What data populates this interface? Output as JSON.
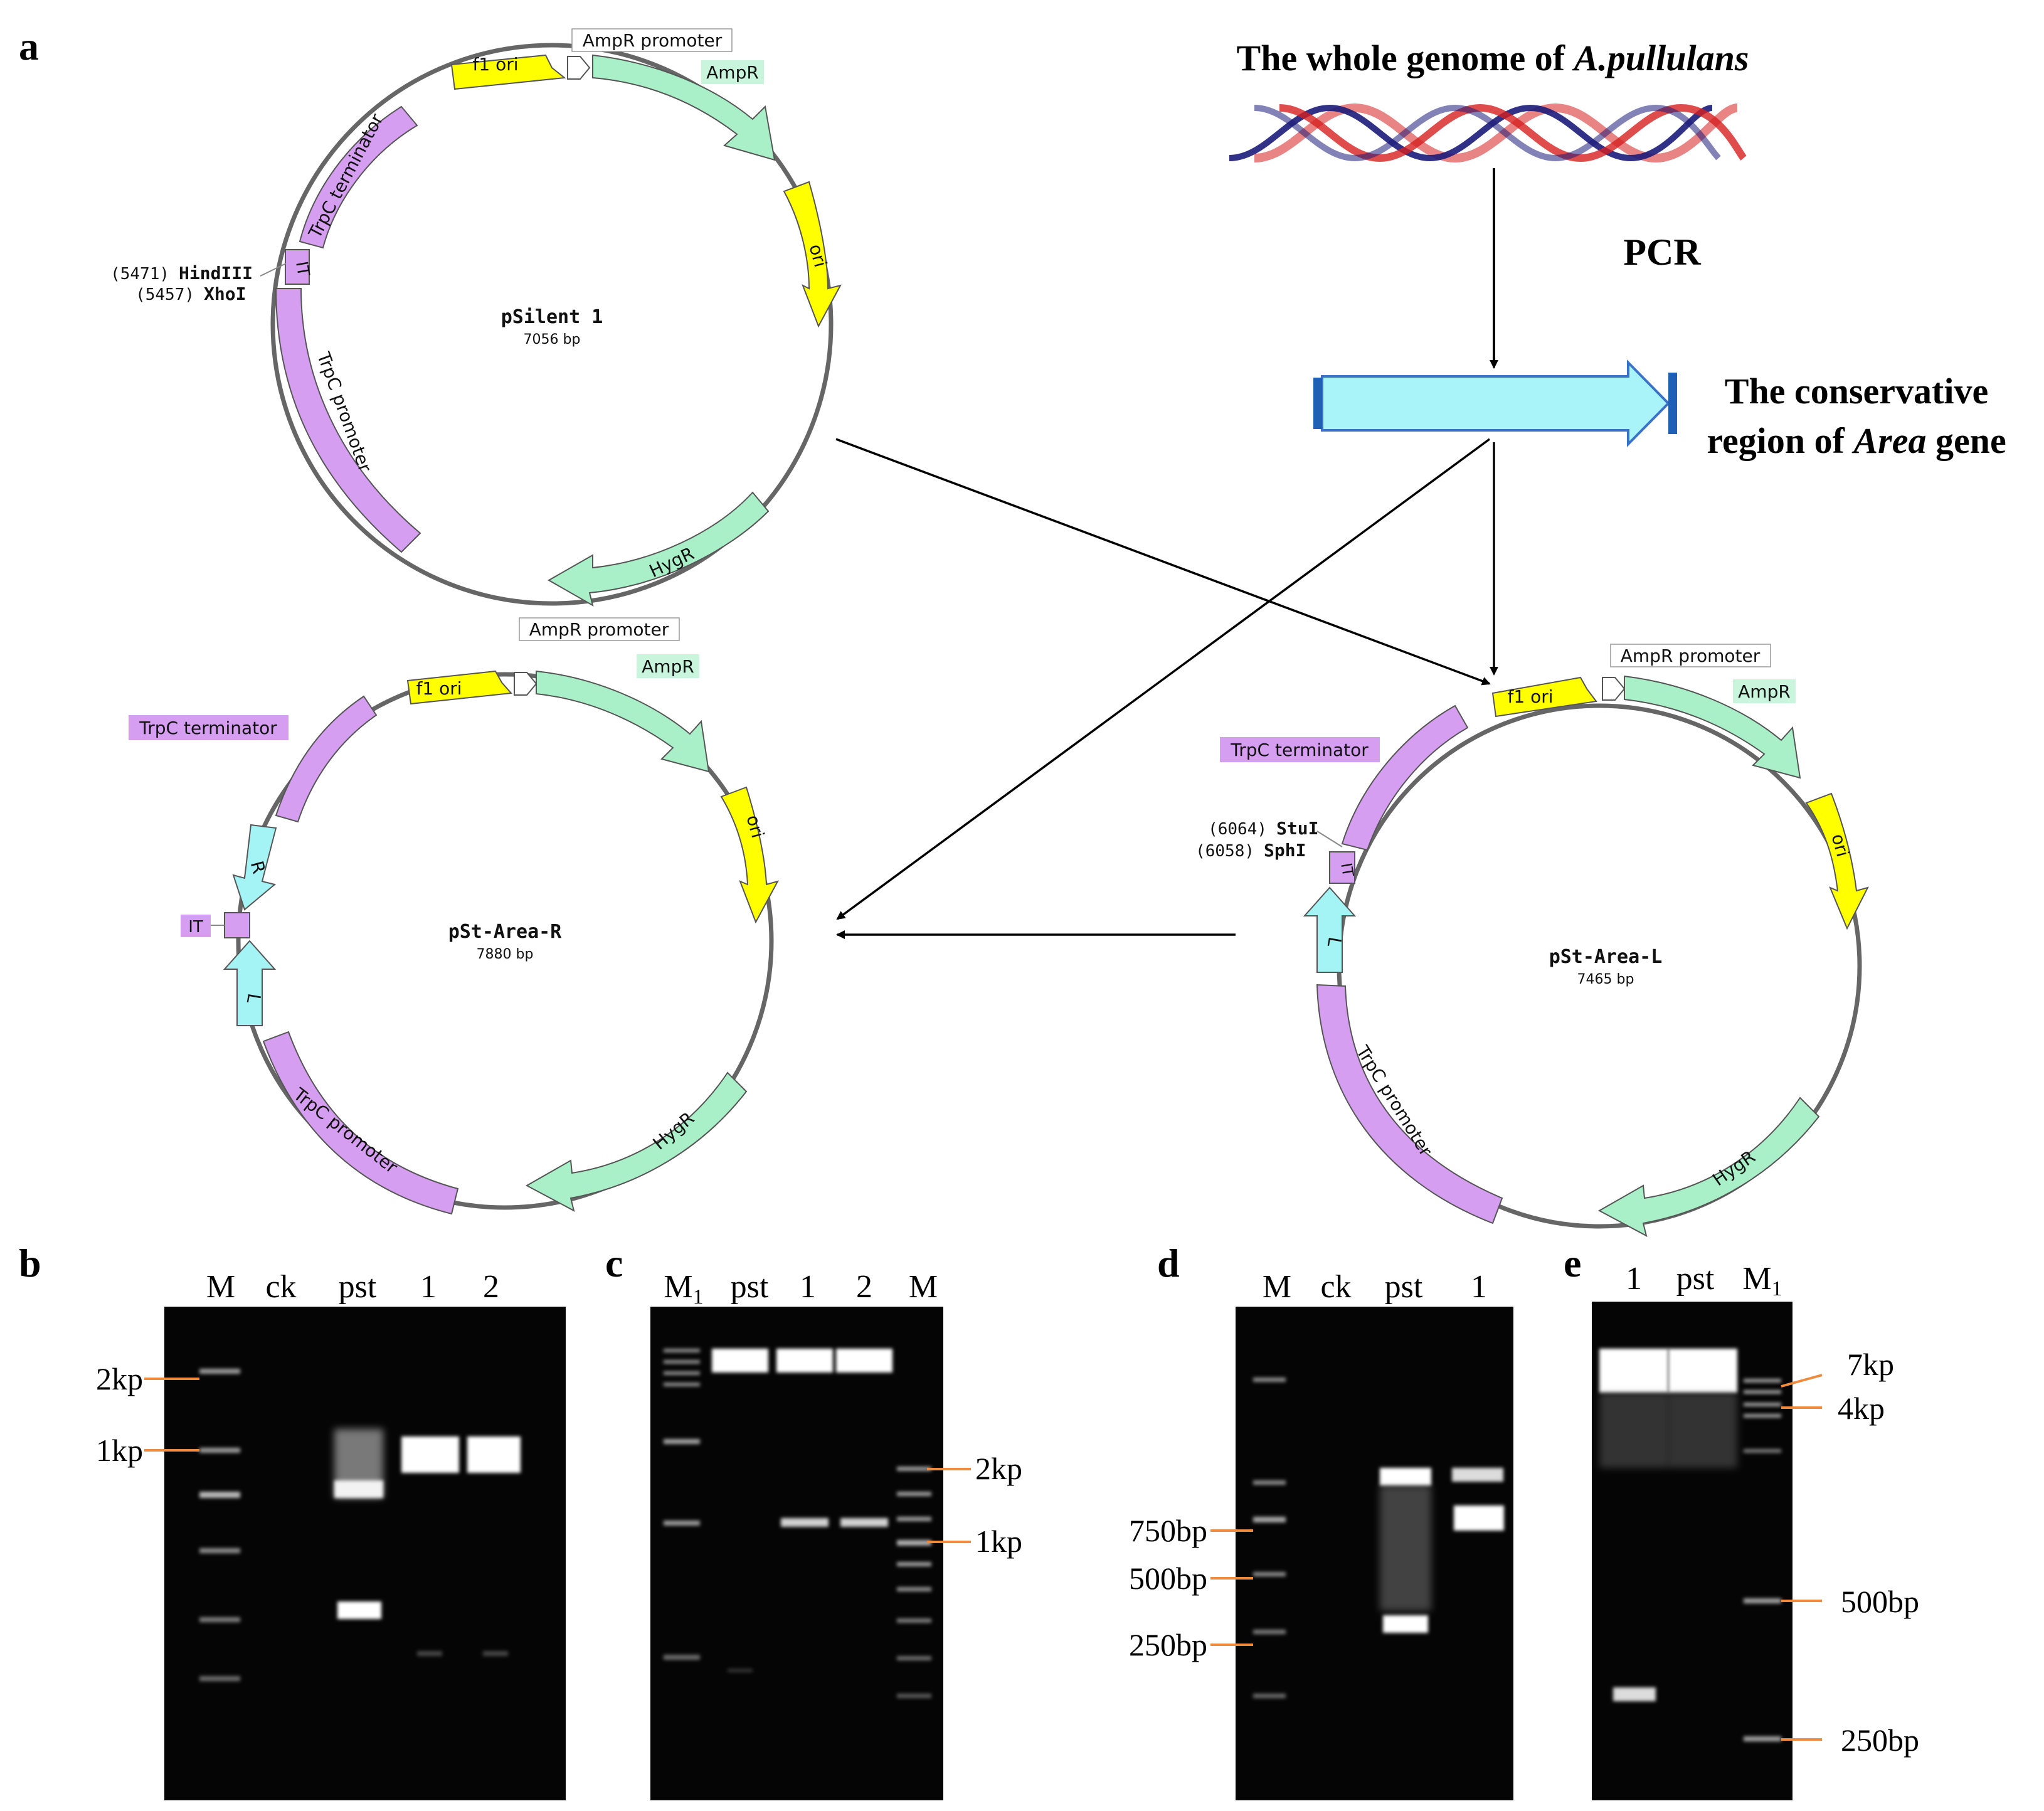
{
  "colors": {
    "violet": "#d59ef0",
    "green": "#a9f0c9",
    "yellow": "#ffff00",
    "cyan": "#a5f4f5",
    "backbone": "#666666",
    "gel_bg": "#050505",
    "marker_orange": "#f08a3c",
    "helix_blue": "#1b1b7a",
    "helix_red": "#d61f1f",
    "arrow_fill": "#a8f4f8",
    "arrow_stroke": "#3b72c9"
  },
  "panel_a": {
    "label": "a",
    "genome_title_prefix": "The whole genome of ",
    "genome_title_species": "A.pullulans",
    "pcr_label": "PCR",
    "conservative_line1": "The conservative",
    "conservative_line2_pre": "region of ",
    "conservative_line2_italic": "Area",
    "conservative_line2_post": " gene",
    "plasmid1": {
      "name": "pSilent 1",
      "size": "7056 bp",
      "features": {
        "f1ori": "f1 ori",
        "ampr_promoter": "AmpR promoter",
        "ampr": "AmpR",
        "ori": "ori",
        "hygr": "HygR",
        "trpc_promoter": "TrpC promoter",
        "trpc_terminator": "TrpC terminator",
        "it": "IT"
      },
      "sites": [
        {
          "pos": "(5471)",
          "name": "HindIII"
        },
        {
          "pos": "(5457)",
          "name": "XhoI"
        }
      ]
    },
    "plasmid2": {
      "name": "pSt-Area-R",
      "size": "7880 bp",
      "features": {
        "f1ori": "f1 ori",
        "ampr_promoter": "AmpR promoter",
        "ampr": "AmpR",
        "ori": "ori",
        "hygr": "HygR",
        "trpc_promoter": "TrpC promoter",
        "trpc_terminator": "TrpC terminator",
        "r": "R",
        "l": "L",
        "it": "IT"
      }
    },
    "plasmid3": {
      "name": "pSt-Area-L",
      "size": "7465 bp",
      "features": {
        "f1ori": "f1 ori",
        "ampr_promoter": "AmpR promoter",
        "ampr": "AmpR",
        "ori": "ori",
        "hygr": "HygR",
        "trpc_promoter": "TrpC promoter",
        "trpc_terminator": "TrpC terminator",
        "l": "L",
        "it": "IT"
      },
      "sites": [
        {
          "pos": "(6064)",
          "name": "StuI"
        },
        {
          "pos": "(6058)",
          "name": "SphI"
        }
      ]
    }
  },
  "gels": {
    "b": {
      "label": "b",
      "lanes": [
        "M",
        "ck",
        "pst",
        "1",
        "2"
      ],
      "markers": [
        "2kp",
        "1kp"
      ]
    },
    "c": {
      "label": "c",
      "lanes": [
        "M",
        "pst",
        "1",
        "2",
        "M"
      ],
      "lane1_sub": "1",
      "markers": [
        "2kp",
        "1kp"
      ]
    },
    "d": {
      "label": "d",
      "lanes": [
        "M",
        "ck",
        "pst",
        "1"
      ],
      "markers": [
        "750bp",
        "500bp",
        "250bp"
      ]
    },
    "e": {
      "label": "e",
      "lanes": [
        "1",
        "pst",
        "M"
      ],
      "lane3_sub": "1",
      "markers": [
        "7kp",
        "4kp",
        "500bp",
        "250bp"
      ]
    }
  }
}
